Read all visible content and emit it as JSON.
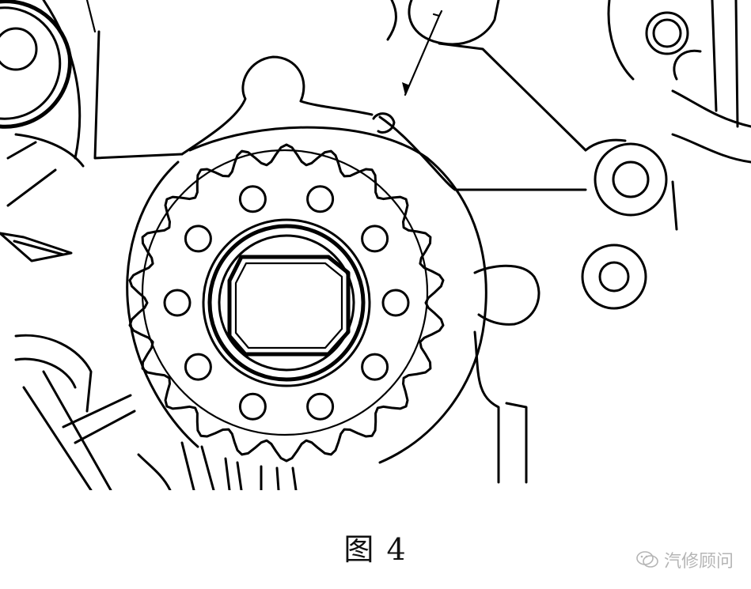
{
  "caption": "图 4",
  "watermark": {
    "text": "汽修顾问",
    "icon": "wechat-icon"
  },
  "colors": {
    "ink": "#000000",
    "background": "#ffffff",
    "watermark": "#7a7a7a"
  },
  "sprocket": {
    "teeth": 22,
    "bolt_holes": 10
  }
}
